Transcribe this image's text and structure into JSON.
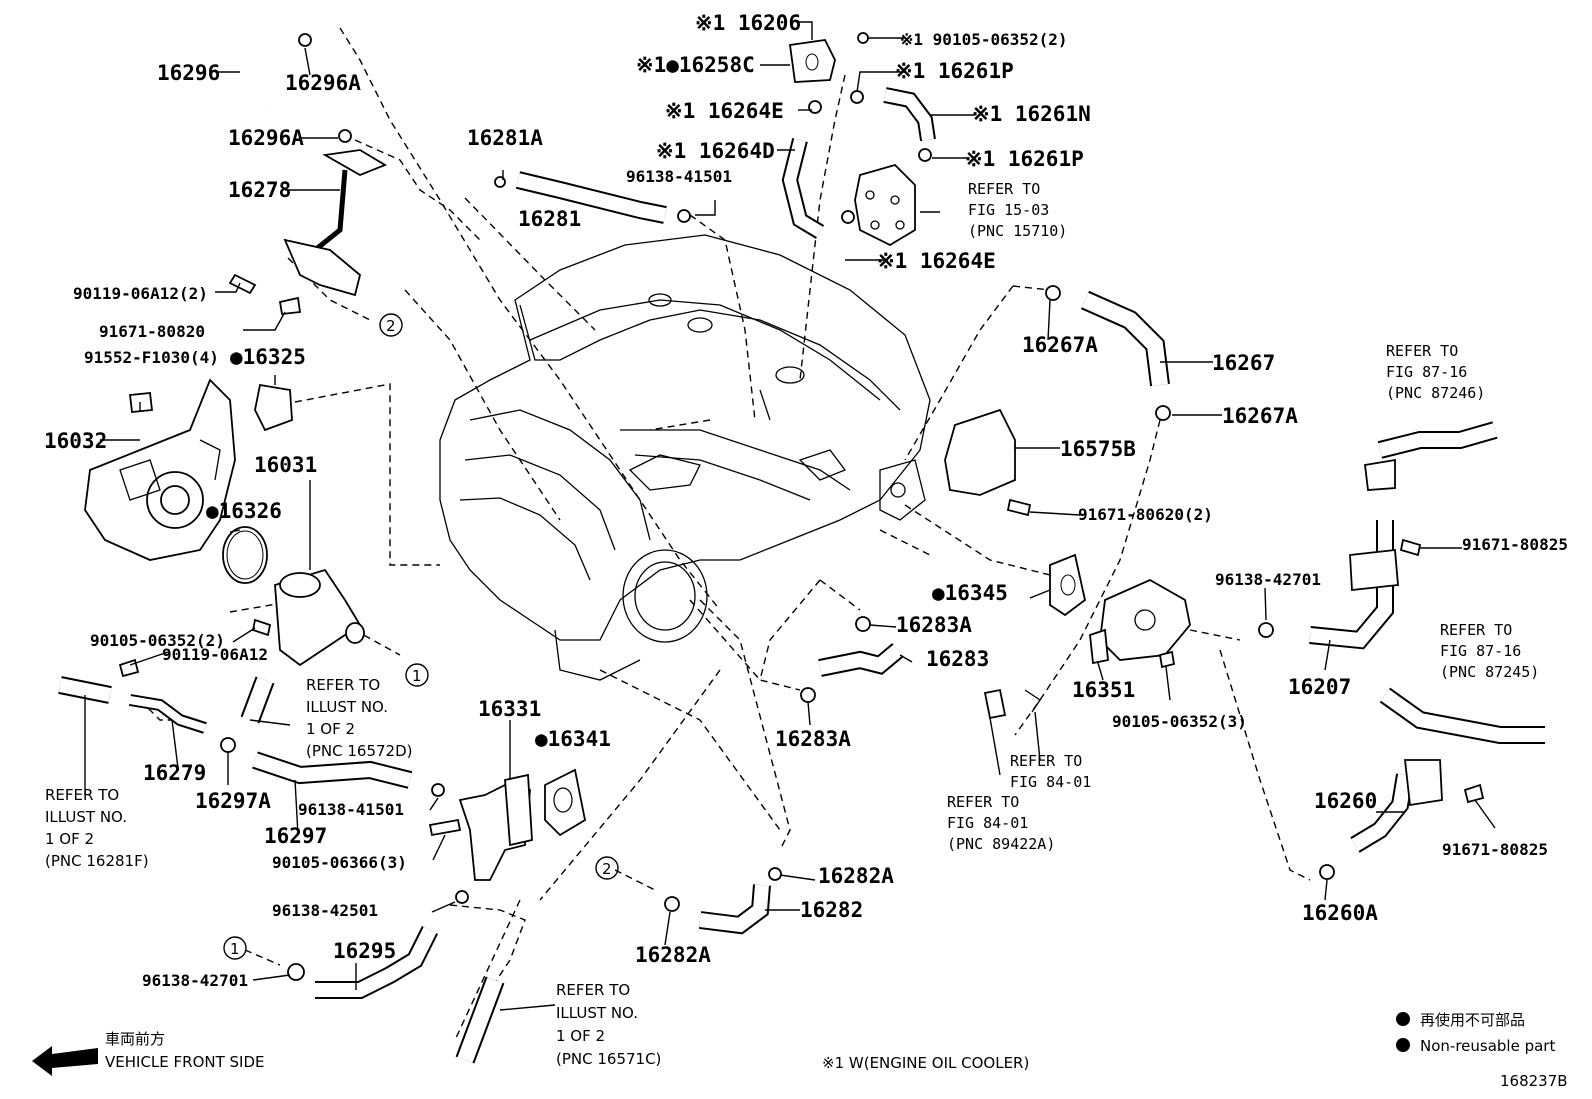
{
  "labels": {
    "p16206": "※1 16206",
    "p90105_06352_2": "※1 90105-06352(2)",
    "p16258C": "※1●16258C",
    "p16261P_a": "※1 16261P",
    "p16264E_a": "※1 16264E",
    "p16261N": "※1 16261N",
    "p16264D": "※1 16264D",
    "p16261P_b": "※1 16261P",
    "p96138_41501_a": "96138-41501",
    "p16281A": "16281A",
    "p16281": "16281",
    "p16264E_b": "※1 16264E",
    "p16296": "16296",
    "p16296A_a": "16296A",
    "p16296A_b": "16296A",
    "p16278": "16278",
    "p90119_06A12_2": "90119-06A12(2)",
    "p91671_80820": "91671-80820",
    "p91552_F1030_4": "91552-F1030(4)",
    "p16325": "●16325",
    "p16032": "16032",
    "p16031": "16031",
    "p16326": "●16326",
    "p90105_06352_2b": "90105-06352(2)",
    "p90119_06A12": "90119-06A12",
    "p16279": "16279",
    "p16297A": "16297A",
    "p16297": "16297",
    "p96138_41501_b": "96138-41501",
    "p16331": "16331",
    "p16341": "●16341",
    "p90105_06366_3": "90105-06366(3)",
    "p96138_42501": "96138-42501",
    "p16295": "16295",
    "p96138_42701_a": "96138-42701",
    "p16267A_a": "16267A",
    "p16267": "16267",
    "p16267A_b": "16267A",
    "p16575B": "16575B",
    "p91671_80620_2": "91671-80620(2)",
    "p16345": "●16345",
    "p16283A_a": "16283A",
    "p16283": "16283",
    "p16283A_b": "16283A",
    "p16351": "16351",
    "p90105_06352_3": "90105-06352(3)",
    "p96138_42701_b": "96138-42701",
    "p16207": "16207",
    "p91671_80825_a": "91671-80825",
    "p16260": "16260",
    "p91671_80825_b": "91671-80825",
    "p16260A": "16260A",
    "p16282A_a": "16282A",
    "p16282": "16282",
    "p16282A_b": "16282A"
  },
  "refs": {
    "fig1503": [
      "REFER TO",
      "FIG 15-03",
      "(PNC 15710)"
    ],
    "fig8716_a": [
      "REFER TO",
      "FIG 87-16",
      "(PNC 87246)"
    ],
    "fig8716_b": [
      "REFER TO",
      "FIG 87-16",
      "(PNC 87245)"
    ],
    "illust16572D": [
      "REFER TO",
      "ILLUST NO.",
      "1 OF 2",
      "(PNC 16572D)"
    ],
    "illust16281F": [
      "REFER TO",
      "ILLUST NO.",
      "1 OF 2",
      "(PNC 16281F)"
    ],
    "fig8401_a": [
      "REFER TO",
      "FIG 84-01"
    ],
    "fig8401_b": [
      "REFER TO",
      "FIG 84-01",
      "(PNC 89422A)"
    ],
    "illust16571C": [
      "REFER TO",
      "ILLUST NO.",
      "1 OF 2",
      "(PNC 16571C)"
    ]
  },
  "circle_refs": [
    "1",
    "2"
  ],
  "footer": {
    "front_jp": "車両前方",
    "front_en": "VEHICLE FRONT SIDE",
    "note": "※1  W(ENGINE OIL COOLER)",
    "legend_jp": "再使用不可部品",
    "legend_en": "Non-reusable part",
    "figure_id": "168237B"
  }
}
